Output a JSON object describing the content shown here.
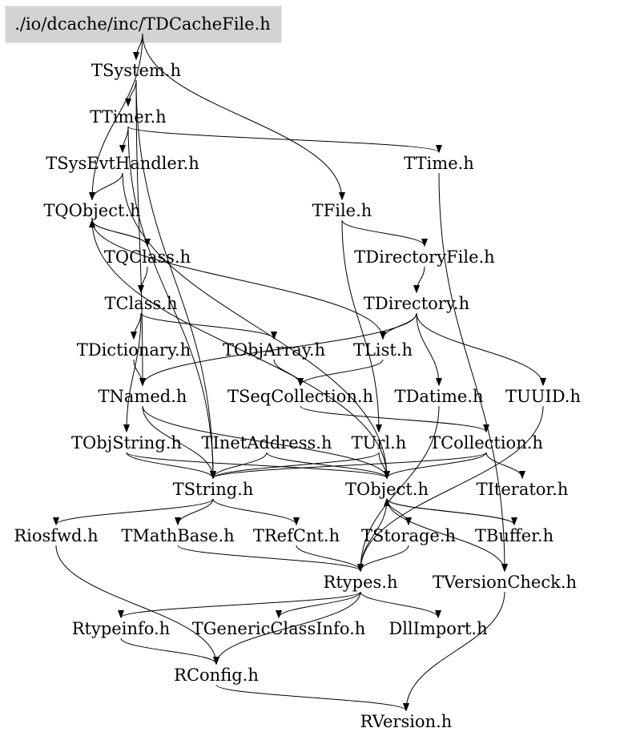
{
  "graph": {
    "root": "./io/dcache/inc/TDCacheFile.h",
    "colors": {
      "root_fill": "#d3d3d3",
      "edge": "#000000",
      "text": "#000000",
      "background": "#ffffff"
    },
    "nodes": [
      {
        "id": "root",
        "label": "./io/dcache/inc/TDCacheFile.h"
      },
      {
        "id": "TSystem",
        "label": "TSystem.h"
      },
      {
        "id": "TTimer",
        "label": "TTimer.h"
      },
      {
        "id": "TSysEvtHandler",
        "label": "TSysEvtHandler.h"
      },
      {
        "id": "TTime",
        "label": "TTime.h"
      },
      {
        "id": "TQObject",
        "label": "TQObject.h"
      },
      {
        "id": "TFile",
        "label": "TFile.h"
      },
      {
        "id": "TQClass",
        "label": "TQClass.h"
      },
      {
        "id": "TDirectoryFile",
        "label": "TDirectoryFile.h"
      },
      {
        "id": "TClass",
        "label": "TClass.h"
      },
      {
        "id": "TDirectory",
        "label": "TDirectory.h"
      },
      {
        "id": "TDictionary",
        "label": "TDictionary.h"
      },
      {
        "id": "TObjArray",
        "label": "TObjArray.h"
      },
      {
        "id": "TList",
        "label": "TList.h"
      },
      {
        "id": "TNamed",
        "label": "TNamed.h"
      },
      {
        "id": "TSeqCollection",
        "label": "TSeqCollection.h"
      },
      {
        "id": "TDatime",
        "label": "TDatime.h"
      },
      {
        "id": "TUUID",
        "label": "TUUID.h"
      },
      {
        "id": "TObjString",
        "label": "TObjString.h"
      },
      {
        "id": "TInetAddress",
        "label": "TInetAddress.h"
      },
      {
        "id": "TUrl",
        "label": "TUrl.h"
      },
      {
        "id": "TCollection",
        "label": "TCollection.h"
      },
      {
        "id": "TString",
        "label": "TString.h"
      },
      {
        "id": "TObject",
        "label": "TObject.h"
      },
      {
        "id": "TIterator",
        "label": "TIterator.h"
      },
      {
        "id": "Riosfwd",
        "label": "Riosfwd.h"
      },
      {
        "id": "TMathBase",
        "label": "TMathBase.h"
      },
      {
        "id": "TRefCnt",
        "label": "TRefCnt.h"
      },
      {
        "id": "TStorage",
        "label": "TStorage.h"
      },
      {
        "id": "TBuffer",
        "label": "TBuffer.h"
      },
      {
        "id": "Rtypes",
        "label": "Rtypes.h"
      },
      {
        "id": "TVersionCheck",
        "label": "TVersionCheck.h"
      },
      {
        "id": "Rtypeinfo",
        "label": "Rtypeinfo.h"
      },
      {
        "id": "TGenericClassInfo",
        "label": "TGenericClassInfo.h"
      },
      {
        "id": "DllImport",
        "label": "DllImport.h"
      },
      {
        "id": "RConfig",
        "label": "RConfig.h"
      },
      {
        "id": "RVersion",
        "label": "RVersion.h"
      }
    ],
    "edges": [
      [
        "root",
        "TSystem"
      ],
      [
        "root",
        "TFile"
      ],
      [
        "root",
        "TQObject"
      ],
      [
        "TSystem",
        "TTimer"
      ],
      [
        "TSystem",
        "TNamed"
      ],
      [
        "TSystem",
        "TString"
      ],
      [
        "TTimer",
        "TSysEvtHandler"
      ],
      [
        "TTimer",
        "TTime"
      ],
      [
        "TTimer",
        "TString"
      ],
      [
        "TSysEvtHandler",
        "TQObject"
      ],
      [
        "TSysEvtHandler",
        "TObject"
      ],
      [
        "TTime",
        "TVersionCheck"
      ],
      [
        "TQObject",
        "TQClass"
      ],
      [
        "TQObject",
        "TObject"
      ],
      [
        "TQObject",
        "TList"
      ],
      [
        "TQClass",
        "TQObject"
      ],
      [
        "TQClass",
        "TClass"
      ],
      [
        "TClass",
        "TDictionary"
      ],
      [
        "TClass",
        "TObjArray"
      ],
      [
        "TClass",
        "TObjString"
      ],
      [
        "TFile",
        "TDirectoryFile"
      ],
      [
        "TFile",
        "TUrl"
      ],
      [
        "TDirectoryFile",
        "TDirectory"
      ],
      [
        "TDirectory",
        "TNamed"
      ],
      [
        "TDirectory",
        "TList"
      ],
      [
        "TDirectory",
        "TDatime"
      ],
      [
        "TDirectory",
        "TUUID"
      ],
      [
        "TDictionary",
        "TNamed"
      ],
      [
        "TObjArray",
        "TSeqCollection"
      ],
      [
        "TList",
        "TSeqCollection"
      ],
      [
        "TNamed",
        "TObject"
      ],
      [
        "TNamed",
        "TString"
      ],
      [
        "TSeqCollection",
        "TCollection"
      ],
      [
        "TDatime",
        "Rtypes"
      ],
      [
        "TUUID",
        "Rtypes"
      ],
      [
        "TObjString",
        "TObject"
      ],
      [
        "TObjString",
        "TString"
      ],
      [
        "TInetAddress",
        "TObject"
      ],
      [
        "TInetAddress",
        "TString"
      ],
      [
        "TUrl",
        "TObject"
      ],
      [
        "TUrl",
        "TString"
      ],
      [
        "TCollection",
        "TObject"
      ],
      [
        "TCollection",
        "TIterator"
      ],
      [
        "TCollection",
        "TString"
      ],
      [
        "TString",
        "Riosfwd"
      ],
      [
        "TString",
        "TMathBase"
      ],
      [
        "TString",
        "TRefCnt"
      ],
      [
        "TObject",
        "TStorage"
      ],
      [
        "TObject",
        "TBuffer"
      ],
      [
        "TObject",
        "Rtypes"
      ],
      [
        "TObject",
        "TVersionCheck"
      ],
      [
        "TBuffer",
        "TObject"
      ],
      [
        "TMathBase",
        "Rtypes"
      ],
      [
        "TRefCnt",
        "Rtypes"
      ],
      [
        "TStorage",
        "Rtypes"
      ],
      [
        "Rtypes",
        "Rtypeinfo"
      ],
      [
        "Rtypes",
        "TGenericClassInfo"
      ],
      [
        "Rtypes",
        "DllImport"
      ],
      [
        "Rtypes",
        "RConfig"
      ],
      [
        "Rtypeinfo",
        "RConfig"
      ],
      [
        "Riosfwd",
        "RConfig"
      ],
      [
        "RConfig",
        "RVersion"
      ],
      [
        "TVersionCheck",
        "RVersion"
      ]
    ]
  }
}
